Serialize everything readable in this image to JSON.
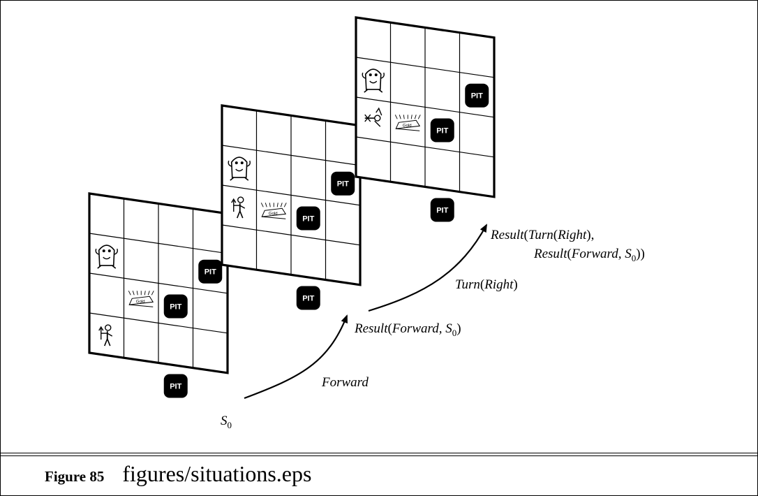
{
  "caption": {
    "figure_number": "Figure 85",
    "filename": "figures/situations.eps"
  },
  "diagram": {
    "boards": [
      {
        "name": "S0",
        "pits": [
          [
            3,
            1
          ],
          [
            2,
            2
          ],
          [
            2,
            4
          ]
        ],
        "wumpus": [
          0,
          1
        ],
        "gold": [
          1,
          2
        ],
        "agent": [
          0,
          3
        ],
        "agent_dir": "up"
      },
      {
        "name": "after-forward",
        "pits": [
          [
            3,
            1
          ],
          [
            2,
            2
          ],
          [
            2,
            4
          ]
        ],
        "wumpus": [
          0,
          1
        ],
        "gold": [
          1,
          2
        ],
        "agent": [
          0,
          2
        ],
        "agent_dir": "up"
      },
      {
        "name": "after-turn-right",
        "pits": [
          [
            3,
            1
          ],
          [
            2,
            2
          ],
          [
            2,
            4
          ]
        ],
        "wumpus": [
          0,
          1
        ],
        "gold": [
          1,
          2
        ],
        "agent": [
          0,
          2
        ],
        "agent_dir": "right"
      }
    ],
    "pit_text": "PIT",
    "gold_text": "Gold",
    "labels": {
      "s0": {
        "main": "S",
        "sub": "0"
      },
      "forward": "Forward",
      "result1": {
        "fn": "Result",
        "open": "(",
        "arg": "Forward, ",
        "s": "S",
        "sub": "0",
        "close": ")"
      },
      "turn": {
        "fn": "Turn",
        "open": "(",
        "arg": "Right",
        "close": ")"
      },
      "result2_line1": {
        "fn": "Result",
        "open": "(",
        "fn2": "Turn",
        "open2": "(",
        "arg": "Right",
        "close": "),"
      },
      "result2_line2": {
        "fn": "Result",
        "open": "(",
        "arg": "Forward, ",
        "s": "S",
        "sub": "0",
        "close": "))"
      }
    }
  }
}
